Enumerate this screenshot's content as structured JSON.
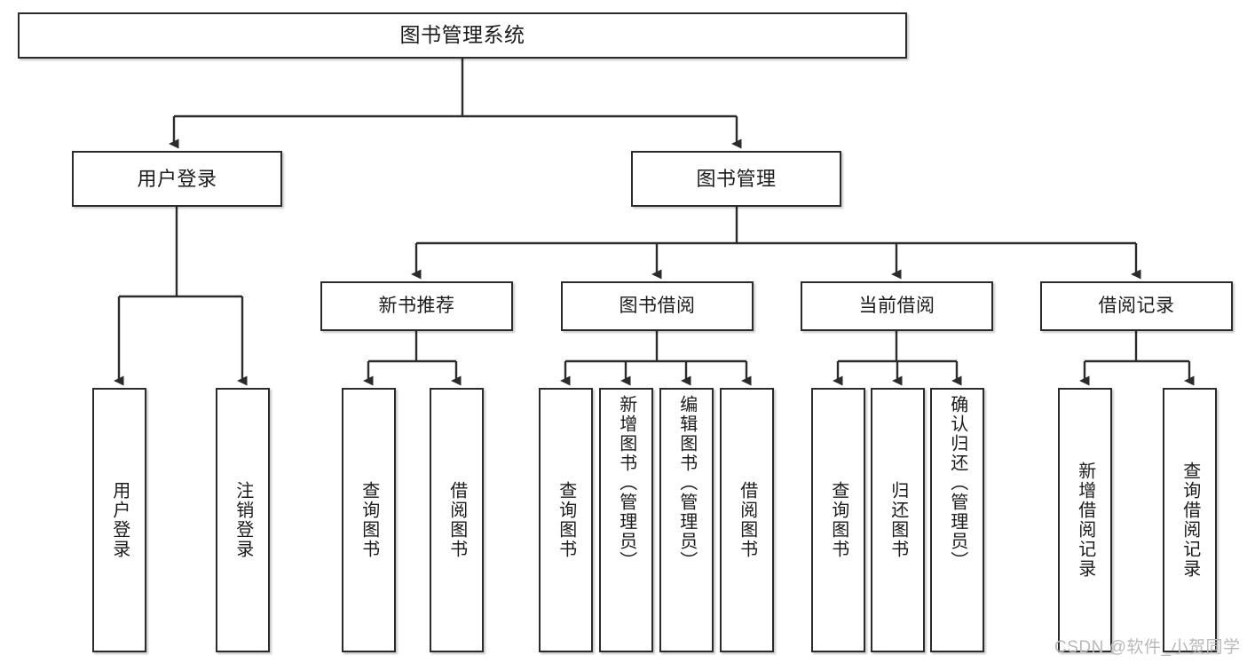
{
  "diagram": {
    "title": "图书管理系统",
    "type": "tree-hierarchy-diagram",
    "root": {
      "label": "图书管理系统"
    },
    "level2": [
      {
        "label": "用户登录"
      },
      {
        "label": "图书管理"
      }
    ],
    "level3": [
      {
        "label": "新书推荐"
      },
      {
        "label": "图书借阅"
      },
      {
        "label": "当前借阅"
      },
      {
        "label": "借阅记录"
      }
    ],
    "leaves": {
      "user_login": [
        {
          "label": "用户登录"
        },
        {
          "label": "注销登录"
        }
      ],
      "new_book_recommend": [
        {
          "label": "查询图书"
        },
        {
          "label": "借阅图书"
        }
      ],
      "book_borrow": [
        {
          "label": "查询图书"
        },
        {
          "label": "新增图书（管理员）"
        },
        {
          "label": "编辑图书（管理员）"
        },
        {
          "label": "借阅图书"
        }
      ],
      "current_borrow": [
        {
          "label": "查询图书"
        },
        {
          "label": "归还图书"
        },
        {
          "label": "确认归还（管理员）"
        }
      ],
      "borrow_record": [
        {
          "label": "新增借阅记录"
        },
        {
          "label": "查询借阅记录"
        }
      ]
    }
  },
  "watermark": {
    "text": "CSDN @软件_小贺同学"
  },
  "colors": {
    "stroke": "#2b2b2b",
    "fill": "#ffffff",
    "text": "#1b1b1b",
    "watermark": "#b9b9b9"
  }
}
